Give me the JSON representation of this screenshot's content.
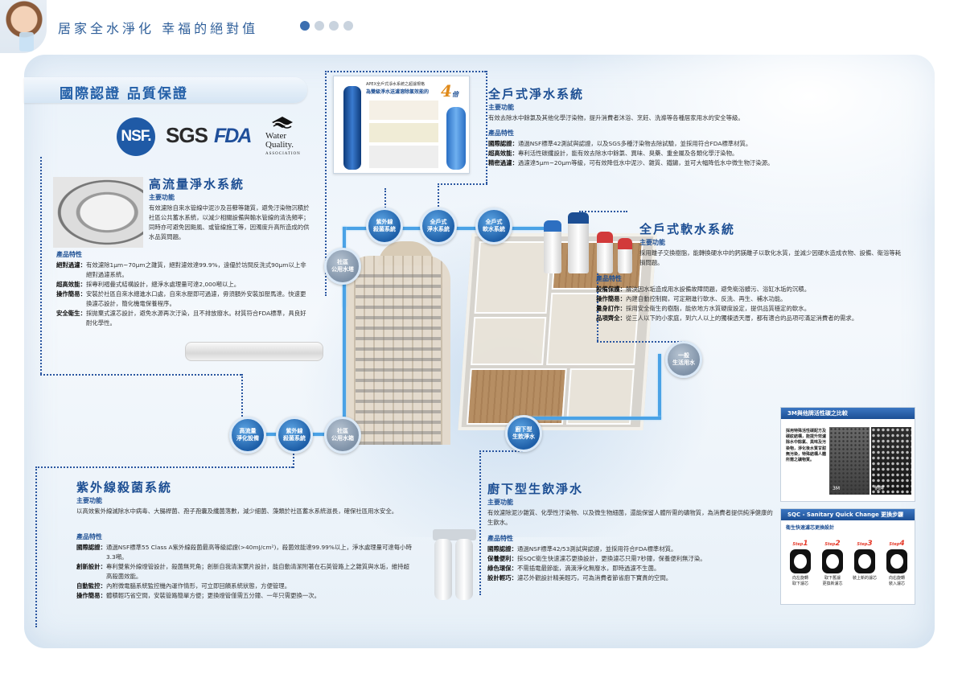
{
  "header": {
    "title": "居家全水淨化  幸福的絕對值"
  },
  "certification": {
    "title": "國際認證  品質保證",
    "logos": {
      "nsf": "NSF.",
      "sgs": "SGS",
      "fda": "FDA",
      "wq_line1": "Water",
      "wq_line2": "Quality.",
      "wq_line3": "ASSOCIATION"
    }
  },
  "apex_box": {
    "line1": "APEX全戶式淨水系統之超濾規格",
    "line2": "為雙級淨水送濾溶除氯效能的",
    "big_number": "4",
    "big_suffix": "倍"
  },
  "whole_house_purifier": {
    "title": "全戶式淨水系統",
    "main_function_label": "主要功能",
    "main_function": "有效去除水中餘氯及其他化學汙染物，提升消費者沐浴、烹飪、洗滌等各種居家用水的安全等級。",
    "features_label": "產品特性",
    "features": [
      {
        "k": "國際認證：",
        "v": "通過NSF標準42測試與認證，以及SGS多種汙染物去除試驗，並採用符合FDA標準材質。"
      },
      {
        "k": "超高效能：",
        "v": "專利活性碳纖設計，能有效去除水中餘氯、異味、臭藥、重金屬及各類化學汙染物。"
      },
      {
        "k": "精密過濾：",
        "v": "過濾達5μm~20μm等級，可有效降低水中泥沙、雜質、鐵鏽，並可大幅降低水中微生物汙染源。"
      }
    ]
  },
  "high_flow": {
    "title": "高流量淨水系統",
    "main_function_label": "主要功能",
    "main_function": "有效濾除自來水管線中泥沙及苔蘚等雜質，避免汙染物沉積於社區公共蓄水系統，以減少相關設備與輸水管線的清洗頻率；同時亦可避免因颱風、或管線施工等，因濁度升高所造成的供水品質問題。",
    "features_label": "產品特性",
    "features": [
      {
        "k": "絕對過濾：",
        "v": "有效濾除1μm~70μm之雜質，絕對濾效達99.9%，遠優於坊間反洗式90μm以上非絕對過濾系統。"
      },
      {
        "k": "超高效能：",
        "v": "採專利褶疊式結構設計，總淨水處理量可達2,000噸以上。"
      },
      {
        "k": "操作簡易：",
        "v": "安裝於社區自來水總進水口處，自來水壓即可過濾，毋須額外安裝加壓馬達。快速更換濾芯設計，簡化機電保養程序。"
      },
      {
        "k": "安全衛生：",
        "v": "採拋棄式濾芯設計，避免水源再次汙染，且不排放廢水。材質符合FDA標準，具良好耐化學性。"
      }
    ]
  },
  "softener": {
    "title": "全戶式軟水系統",
    "main_function_label": "主要功能",
    "main_function": "採用離子交換樹脂，能轉換硬水中的鈣鎂離子以軟化水質，並減少因硬水造成衣物、設備、衛浴等耗損問題。",
    "features_label": "產品特性",
    "features": [
      {
        "k": "設備保護：",
        "v": "解決因水垢造成用水設備故障問題，避免衛浴髒污、浴缸水垢的沉積。"
      },
      {
        "k": "操作簡易：",
        "v": "內建自動控制閥，可定期進行軟水、反洗、再生、補水功能。"
      },
      {
        "k": "量身訂作：",
        "v": "採用安全衛生的樹脂，能依地方水質硬度設定，提供品質穩定的軟水。"
      },
      {
        "k": "品項齊全：",
        "v": "從三人以下的小家庭，到六人以上的獨棟透天厝，都有適合的品項可滿足消費者的需求。"
      }
    ]
  },
  "uv": {
    "title": "紫外線殺菌系統",
    "main_function_label": "主要功能",
    "main_function": "以高效紫外線滅除水中病毒、大腸桿菌、孢子孢囊及纖菌落數，減少細菌、藻類於社區蓄水系統滋長，確保社區用水安全。",
    "features_label": "產品特性",
    "features": [
      {
        "k": "國際認證：",
        "v": "通過NSF標準55 Class A紫外線殺菌最高等級認證(>40mJ/cm²)，殺菌效能達99.99%以上，淨水處理量可達每小時3.3噸。"
      },
      {
        "k": "創新設計：",
        "v": "專利雙紫外線燈管設計，殺菌無死角；創新自我清潔葉片設計，能自動清潔附著在石英管路上之雜質與水垢，維持超高殺菌效能。"
      },
      {
        "k": "自動監控：",
        "v": "內附微電腦系統監控機內運作情形，可立即回饋系統狀態，方便管理。"
      },
      {
        "k": "操作簡易：",
        "v": "體積輕巧省空間，安裝管路簡單方便；更換燈管僅需五分鐘、一年只需更換一次。"
      }
    ]
  },
  "undersink": {
    "title": "廚下型生飲淨水",
    "main_function_label": "主要功能",
    "main_function": "有效濾除泥沙雜質、化學性汙染物、以及微生物細菌，還能保留人體所需的礦物質，為消費者提供純淨健康的生飲水。",
    "features_label": "產品特性",
    "features": [
      {
        "k": "國際認證：",
        "v": "通過NSF標準42/53測試與認證，並採用符合FDA標準材質。"
      },
      {
        "k": "保養便利：",
        "v": "採SQC衛生快速濾芯更換設計，更換濾芯只需7秒鐘，保養便利無汙染。"
      },
      {
        "k": "綠色環保：",
        "v": "不需插電最節能，滴滴淨化無廢水，即時過濾不生菌。"
      },
      {
        "k": "設計輕巧：",
        "v": "濾芯外觀設計精美輕巧，可為消費者節省廚下寶貴的空間。"
      }
    ]
  },
  "nodes": {
    "uv_top": "紫外線\n殺菌系統",
    "purifier_top": "全戶式\n淨水系統",
    "softener_top": "全戶式\n軟水系統",
    "community_top": "社區\n公用水塔",
    "general_water": "一般\n生活用水",
    "high_flow_bottom": "高流量\n淨化設備",
    "uv_bottom": "紫外線\n殺菌系統",
    "community_bottom": "社區\n公用水箱",
    "undersink_bottom": "廚下型\n生飲淨水"
  },
  "comparison": {
    "title": "3M與他牌活性碳之比較",
    "text": "採用特殊活性碳配方及碳紋結構，能提升效濾除水中餘氯、異味及污染物，淨化後水質甘甜無污染，特殊結構人體所需之礦物質。",
    "label_3m": "3M",
    "label_other": "他牌"
  },
  "sqc": {
    "title": "SQC - Sanitary Quick Change  更換步驟",
    "subtitle": "衛生快速濾芯更換設計",
    "steps": [
      {
        "n": "1",
        "cap": "向左旋轉\n取下濾芯"
      },
      {
        "n": "2",
        "cap": "取下舊濾\n更換新濾芯"
      },
      {
        "n": "3",
        "cap": "裝上新的濾芯"
      },
      {
        "n": "4",
        "cap": "向右旋轉\n裝入濾芯"
      }
    ],
    "step_label": "Step"
  },
  "colors": {
    "brand_blue": "#1c4e93",
    "pipe_blue": "#4aa2e6",
    "node_blue": "#1e5fa8",
    "accent_orange": "#e08a1a",
    "sqc_red": "#e53a2a"
  }
}
